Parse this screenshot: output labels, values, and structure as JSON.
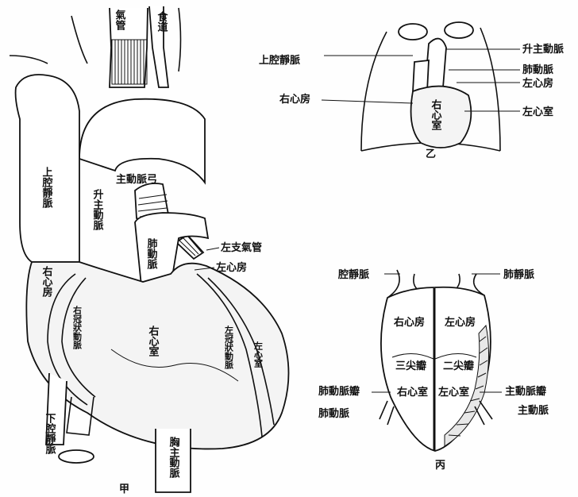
{
  "figure_a": {
    "caption": "甲",
    "labels": {
      "trachea": "氣管",
      "esophagus": "食道",
      "aortic_arch": "主動脈弓",
      "svc": "上腔靜脈",
      "ascending_aorta": "升主動脈",
      "pulmonary_artery": "肺動脈",
      "left_bronchus": "左支氣管",
      "left_atrium": "左心房",
      "right_atrium": "右心房",
      "right_coronary": "右冠狀動脈",
      "right_ventricle": "右心室",
      "left_coronary": "左冠狀動脈",
      "left_ventricle": "左心室",
      "ivc": "下腔靜脈",
      "thoracic_aorta": "胸主動脈"
    }
  },
  "figure_b": {
    "caption": "乙",
    "labels": {
      "ascending_aorta": "升主動脈",
      "svc": "上腔靜脈",
      "pulmonary_artery": "肺動脈",
      "left_atrium": "左心房",
      "right_atrium": "右心房",
      "right_ventricle": "右心室",
      "left_ventricle": "左心室"
    }
  },
  "figure_c": {
    "caption": "丙",
    "labels": {
      "vena_cava": "腔靜脈",
      "pulmonary_vein": "肺靜脈",
      "right_atrium": "右心房",
      "left_atrium": "左心房",
      "tricuspid": "三尖瓣",
      "bicuspid": "二尖瓣",
      "pulmonary_valve": "肺動脈瓣",
      "right_ventricle": "右心室",
      "left_ventricle": "左心室",
      "aortic_valve": "主動脈瓣",
      "pulmonary_artery": "肺動脈",
      "aorta": "主動脈"
    }
  }
}
